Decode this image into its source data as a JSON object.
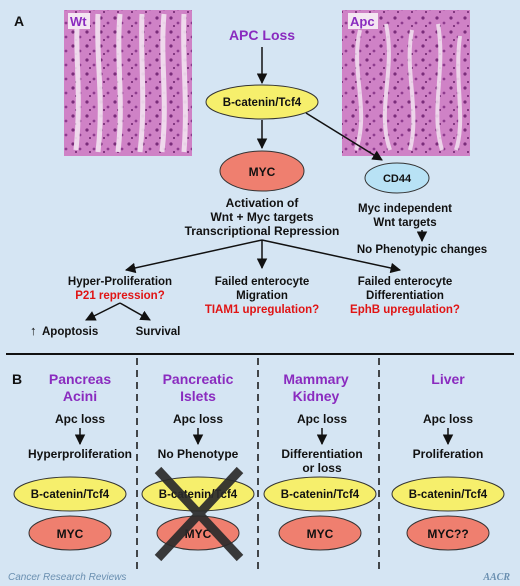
{
  "panel_a": {
    "letter": "A",
    "micrograph_left_label": "Wt",
    "micrograph_right_label": "Apc",
    "apc_loss": "APC Loss",
    "bcat": "B-catenin/Tcf4",
    "myc": "MYC",
    "cd44": "CD44",
    "activation": [
      "Activation of",
      "Wnt + Myc targets",
      "Transcriptional Repression"
    ],
    "myc_independent": [
      "Myc independent",
      "Wnt targets"
    ],
    "no_phenotypic": "No Phenotypic changes",
    "hyper_prolif": "Hyper-Proliferation",
    "p21": "P21 repression?",
    "apoptosis_arrow": "↑",
    "apoptosis": "Apoptosis",
    "survival": "Survival",
    "failed_migration": [
      "Failed enterocyte",
      "Migration"
    ],
    "tiam1": "TIAM1 upregulation?",
    "failed_diff": [
      "Failed enterocyte",
      "Differentiation"
    ],
    "ephb": "EphB upregulation?"
  },
  "panel_b": {
    "letter": "B",
    "columns": [
      {
        "title": [
          "Pancreas",
          "Acini"
        ],
        "apc": "Apc loss",
        "outcome": [
          "Hyperproliferation"
        ],
        "bcat": "B-catenin/Tcf4",
        "myc": "MYC"
      },
      {
        "title": [
          "Pancreatic",
          "Islets"
        ],
        "apc": "Apc loss",
        "outcome": [
          "No Phenotype"
        ],
        "bcat": "B-catenin/Tcf4",
        "myc": "MYC"
      },
      {
        "title": [
          "Mammary",
          "Kidney"
        ],
        "apc": "Apc loss",
        "outcome": [
          "Differentiation",
          "or loss"
        ],
        "bcat": "B-catenin/Tcf4",
        "myc": "MYC"
      },
      {
        "title": [
          "Liver"
        ],
        "apc": "Apc loss",
        "outcome": [
          "Proliferation"
        ],
        "bcat": "B-catenin/Tcf4",
        "myc": "MYC??"
      }
    ]
  },
  "footer_left": "Cancer Research Reviews",
  "footer_right": "AACR",
  "colors": {
    "background": "#d5e5f3",
    "purple": "#8a2bbf",
    "red": "#e01414",
    "yellow": "#f6ef6c",
    "salmon": "#ef7f6f",
    "light_blue": "#b8e2f5"
  }
}
